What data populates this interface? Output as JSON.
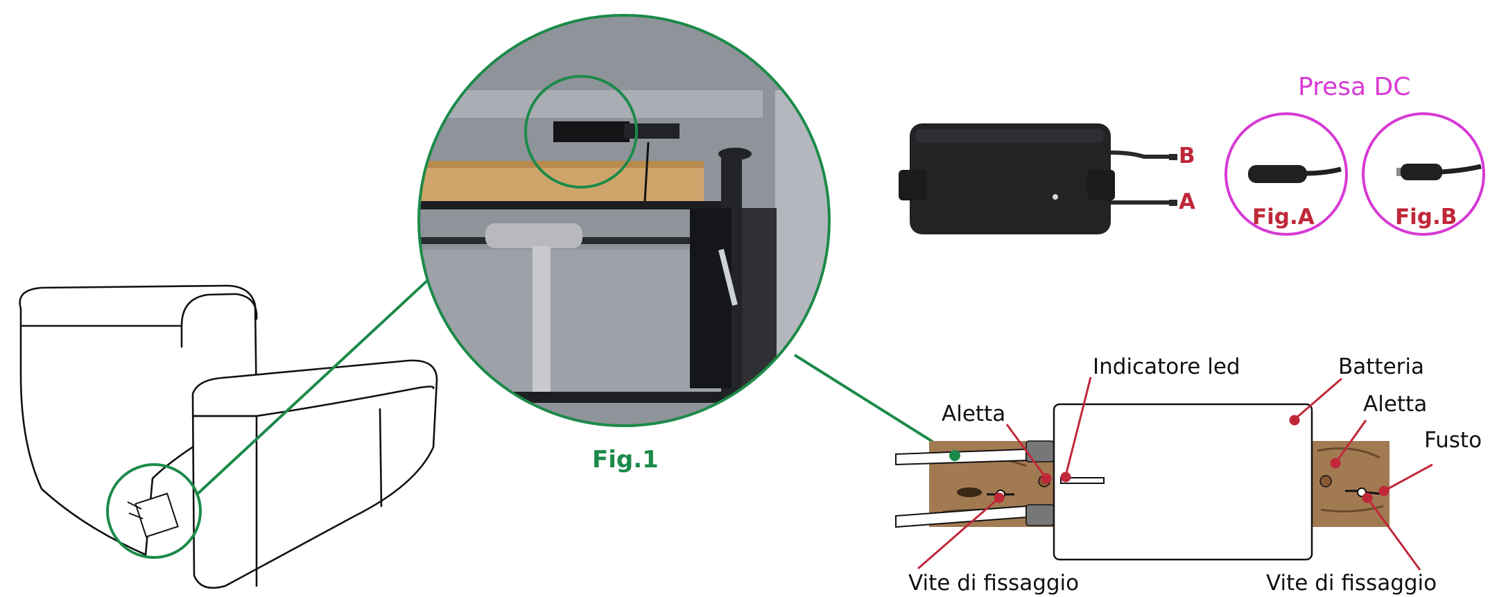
{
  "fig1": {
    "label": "Fig.1"
  },
  "battery_pack": {
    "cable_b": "B",
    "cable_a": "A"
  },
  "dc_socket": {
    "title": "Presa DC",
    "fig_a": "Fig.A",
    "fig_b": "Fig.B"
  },
  "installation": {
    "indicator": "Indicatore led",
    "battery": "Batteria",
    "tab_left": "Aletta",
    "tab_right": "Aletta",
    "frame": "Fusto",
    "screw_left": "Vite di fissaggio",
    "screw_right": "Vite di fissaggio"
  },
  "colors": {
    "callout_green": "#1c8a4a",
    "callout_magenta": "#d63ad4",
    "label_red": "#c0283a",
    "wood": "#a27a52"
  }
}
